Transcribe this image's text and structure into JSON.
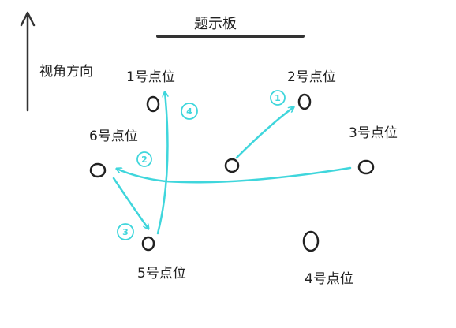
{
  "board": {
    "title": "题示板"
  },
  "view_direction": {
    "label": "视角方向"
  },
  "points": [
    {
      "id": "p1",
      "label": "1号点位"
    },
    {
      "id": "p2",
      "label": "2号点位"
    },
    {
      "id": "p3",
      "label": "3号点位"
    },
    {
      "id": "p4",
      "label": "4号点位"
    },
    {
      "id": "p5",
      "label": "5号点位"
    },
    {
      "id": "p6",
      "label": "6号点位"
    }
  ],
  "steps": [
    {
      "number": "1",
      "from": "center",
      "to": "p2"
    },
    {
      "number": "2",
      "from": "p3",
      "to": "p6"
    },
    {
      "number": "3",
      "from": "p6",
      "to": "p5"
    },
    {
      "number": "4",
      "from": "p5",
      "to": "p1"
    }
  ],
  "colors": {
    "path": "#3fd6dc",
    "ink": "#222222",
    "background": "#ffffff"
  }
}
